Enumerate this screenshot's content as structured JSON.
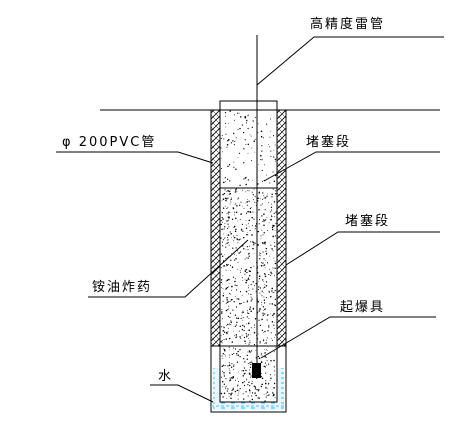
{
  "labels": {
    "detonator": "高精度雷管",
    "pvc_pipe": "φ 200PVC管",
    "plug_upper": "堵塞段",
    "plug_lower": "堵塞段",
    "explosive": "铵油炸药",
    "booster": "起爆具",
    "water": "水"
  }
}
